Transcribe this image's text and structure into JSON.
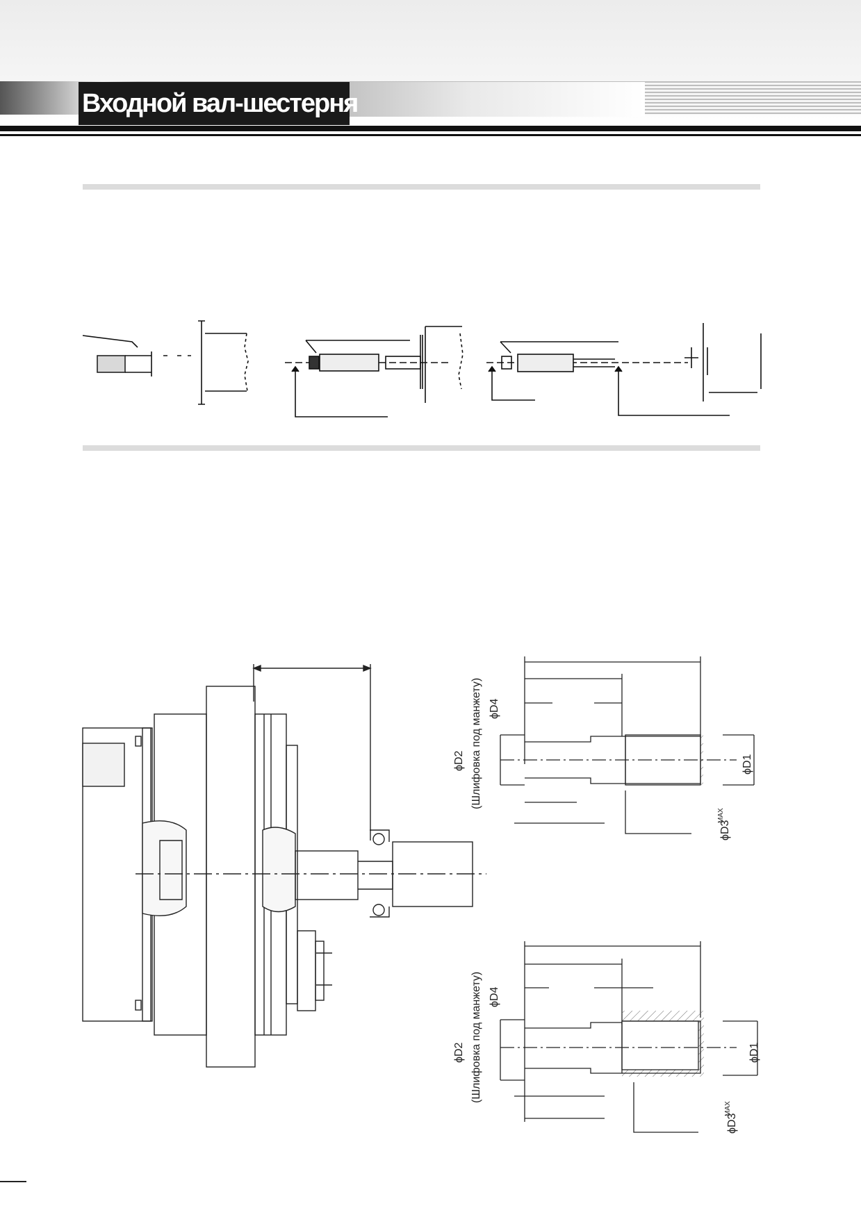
{
  "header": {
    "title": "Входной вал-шестерня"
  },
  "drawing_upper": {
    "label_d2": "ϕD2",
    "label_note": "(Шлифовка под манжету)",
    "label_d4": "ϕD4",
    "label_d1": "ϕD1",
    "label_d3": "ϕD3",
    "label_d3_sup": "MAX"
  },
  "drawing_lower": {
    "label_d2": "ϕD2",
    "label_note": "(Шлифовка под манжету)",
    "label_d4": "ϕD4",
    "label_d1": "ϕD1",
    "label_d3": "ϕD3",
    "label_d3_sup": "MAX"
  }
}
